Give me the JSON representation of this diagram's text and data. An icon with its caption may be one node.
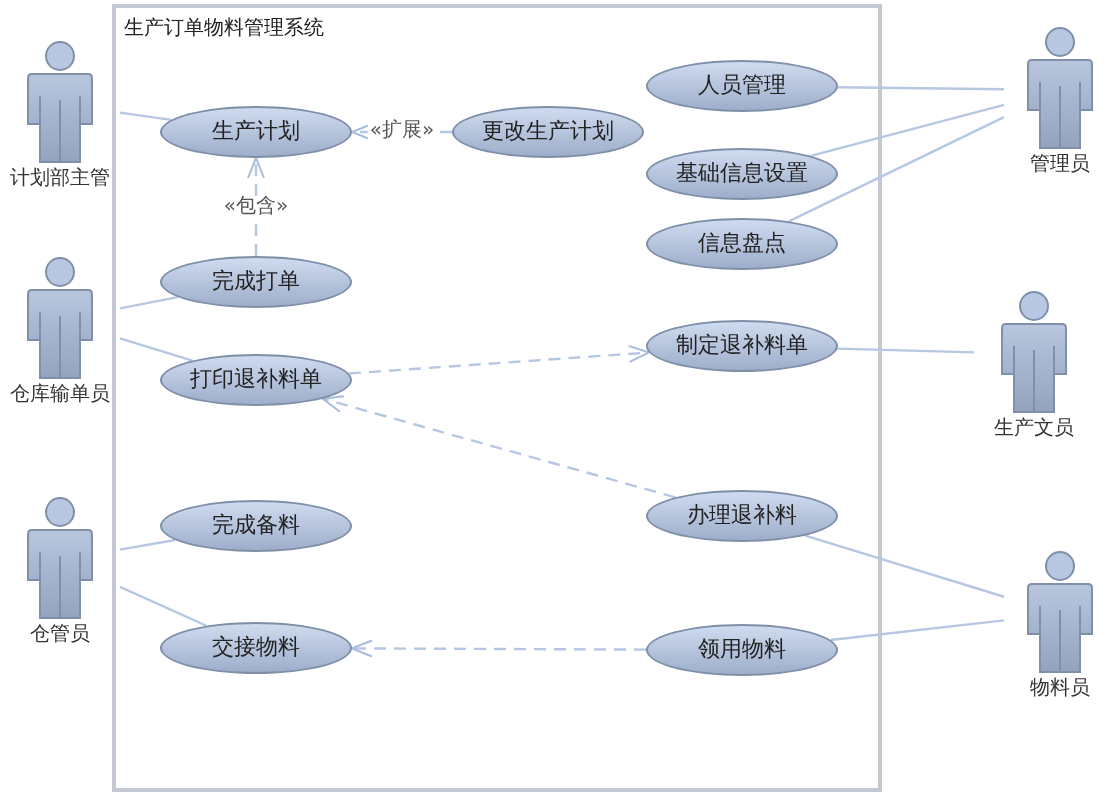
{
  "diagram": {
    "nodes": [
      {
        "text": [
          "生产订单物料管理系统"
        ]
      },
      {
        "text": [
          "生产计划"
        ],
        "in": 0
      },
      {
        "text": [
          "更改生产计划"
        ],
        "in": 0
      },
      {
        "text": [
          "完成打单"
        ],
        "in": 0
      },
      {
        "text": [
          "打印退补料单"
        ],
        "in": 0
      },
      {
        "text": [
          "完成备料"
        ],
        "in": 0
      },
      {
        "text": [
          "交接物料"
        ],
        "in": 0
      },
      {
        "text": [
          "人员管理"
        ],
        "in": 0
      },
      {
        "text": [
          "基础信息设置"
        ],
        "in": 0
      },
      {
        "text": [
          "信息盘点"
        ],
        "in": 0
      },
      {
        "text": [
          "制定退补料单"
        ],
        "in": 0
      },
      {
        "text": [
          "办理退补料"
        ],
        "in": 0
      },
      {
        "text": [
          "领用物料"
        ],
        "in": 0
      },
      {
        "text": [
          "计划部主管"
        ]
      },
      {
        "text": [
          "仓库输单员"
        ]
      },
      {
        "text": [
          "仓管员"
        ]
      },
      {
        "text": [
          "管理员"
        ]
      },
      {
        "text": [
          "生产文员"
        ]
      },
      {
        "text": [
          "物料员"
        ]
      }
    ],
    "edges": [
      {
        "from": 13,
        "to": 1,
        "arrow": "none"
      },
      {
        "from": 2,
        "to": 1,
        "arrow": "to",
        "style": "dashed",
        "label": "«扩展»"
      },
      {
        "from": 3,
        "to": 1,
        "arrow": "to",
        "style": "dashed",
        "label": "«包含»"
      },
      {
        "from": 14,
        "to": 3,
        "arrow": "none"
      },
      {
        "from": 14,
        "to": 4,
        "arrow": "none"
      },
      {
        "from": 4,
        "to": 10,
        "arrow": "to",
        "style": "dashed"
      },
      {
        "from": 11,
        "to": 4,
        "arrow": "to",
        "style": "dashed"
      },
      {
        "from": 15,
        "to": 5,
        "arrow": "none"
      },
      {
        "from": 15,
        "to": 6,
        "arrow": "none"
      },
      {
        "from": 12,
        "to": 6,
        "arrow": "to",
        "style": "dashed"
      },
      {
        "from": 16,
        "to": 7,
        "arrow": "none"
      },
      {
        "from": 16,
        "to": 8,
        "arrow": "none"
      },
      {
        "from": 16,
        "to": 9,
        "arrow": "none"
      },
      {
        "from": 17,
        "to": 10,
        "arrow": "none"
      },
      {
        "from": 18,
        "to": 11,
        "arrow": "none"
      },
      {
        "from": 18,
        "to": 12,
        "arrow": "none"
      }
    ]
  }
}
